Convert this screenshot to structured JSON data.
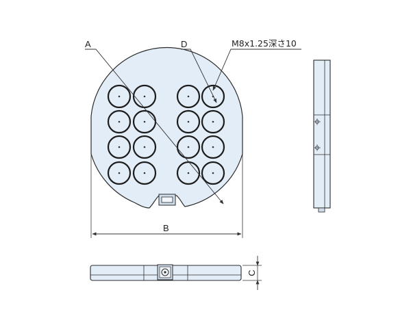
{
  "labels": {
    "a": "A",
    "d": "D",
    "b": "B",
    "c": "C",
    "thread_spec": "M8x1.25深さ10"
  },
  "colors": {
    "plate_fill": "#e3edf8",
    "outline": "#2a2a2a",
    "magnet_ring": "#1c1c1c",
    "leader": "#333333"
  },
  "views": [
    "top-view",
    "side-view-right",
    "front-view-bottom"
  ],
  "magnet_grid": {
    "rows": 4,
    "cols": 4
  }
}
